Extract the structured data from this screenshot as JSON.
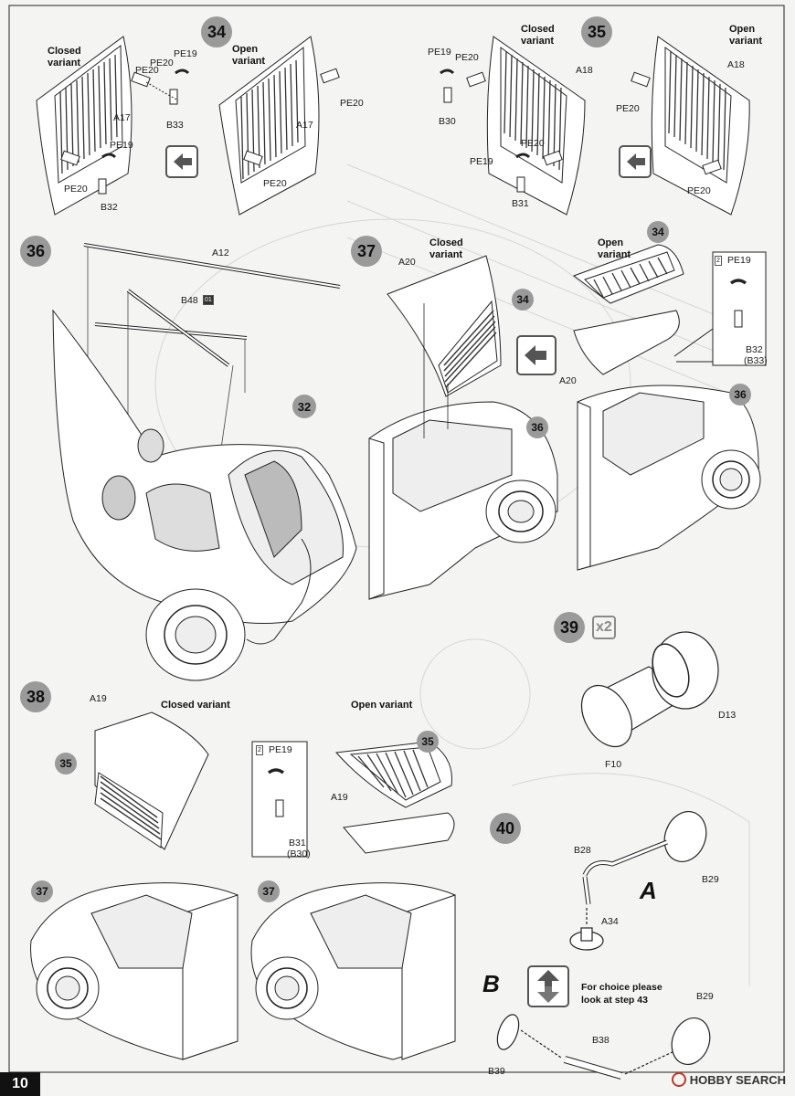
{
  "page": {
    "number": "10",
    "watermark": "HOBBY SEARCH"
  },
  "steps": {
    "s34": {
      "number": "34",
      "closed": "Closed\nvariant",
      "open": "Open\nvariant",
      "labels": [
        "PE19",
        "PE20",
        "A17",
        "B33",
        "PE20",
        "PE19",
        "PE20",
        "B32",
        "A17",
        "PE20",
        "PE20"
      ]
    },
    "s35": {
      "number": "35",
      "closed": "Closed\nvariant",
      "open": "Open\nvariant",
      "labels": [
        "PE19",
        "PE20",
        "A18",
        "B30",
        "PE20",
        "PE19",
        "B31",
        "A18",
        "PE20",
        "PE20"
      ]
    },
    "s36": {
      "number": "36",
      "labels": [
        "A12",
        "B48",
        "32"
      ],
      "color_code": "01"
    },
    "s37": {
      "number": "37",
      "closed": "Closed\nvariant",
      "open": "Open\nvariant",
      "labels": [
        "A20",
        "34",
        "36",
        "34",
        "PE19",
        "A20",
        "B32",
        "(B33)",
        "36"
      ],
      "multiplier": "2"
    },
    "s38": {
      "number": "38",
      "closed": "Closed variant",
      "open": "Open variant",
      "labels": [
        "A19",
        "35",
        "37",
        "PE19",
        "A19",
        "35",
        "B31",
        "(B30)",
        "37"
      ],
      "multiplier": "2"
    },
    "s39": {
      "number": "39",
      "multiplier": "x2",
      "labels": [
        "D13",
        "F10"
      ]
    },
    "s40": {
      "number": "40",
      "labels": [
        "B28",
        "B29",
        "A34",
        "B38",
        "B39",
        "B29"
      ],
      "option_a": "A",
      "option_b": "B",
      "choice_text": "For choice please\nlook at step 43"
    }
  }
}
